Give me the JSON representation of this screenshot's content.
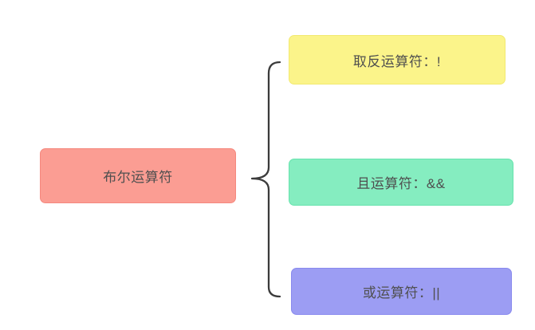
{
  "canvas": {
    "background": "#ffffff"
  },
  "diagram": {
    "root": {
      "label": "布尔运算符",
      "bg": "#fb9d93",
      "border": "#f5887e",
      "text_color": "#4f4f4f"
    },
    "brace": {
      "color": "#3b3b3b"
    },
    "children": [
      {
        "label": "取反运算符：!",
        "bg": "#fbf48a",
        "border": "#f2e970"
      },
      {
        "label": "且运算符：&&",
        "bg": "#85edc0",
        "border": "#67e3ad"
      },
      {
        "label": "或运算符：||",
        "bg": "#9c9df3",
        "border": "#898aee"
      }
    ]
  }
}
